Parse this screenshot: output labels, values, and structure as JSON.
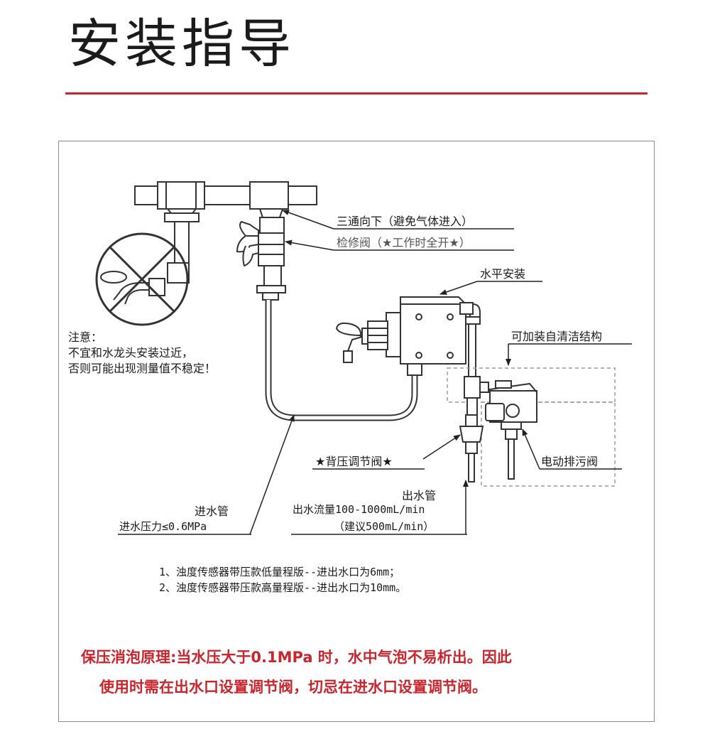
{
  "title": "安装指导",
  "colors": {
    "accent": "#c8262c",
    "line": "#333333",
    "dashed": "#9a9a9a"
  },
  "labels": {
    "tee_down": "三通向下（避免气体进入）",
    "service_valve": "检修阀（★工作时全开★）",
    "horizontal_install": "水平安装",
    "self_clean": "可加装自清洁结构",
    "back_pressure_valve": "★背压调节阀★",
    "electric_drain_valve": "电动排污阀",
    "outlet_pipe": "出水管",
    "outlet_flow": "出水流量100-1000mL/min",
    "outlet_suggest": "（建议500mL/min）",
    "inlet_pipe": "进水管",
    "inlet_pressure": "进水压力≤0.6MPa"
  },
  "caution": {
    "heading": "注意：",
    "line1": "不宜和水龙头安装过近，",
    "line2": "否则可能出现测量值不稳定！"
  },
  "footnotes": {
    "line1": "1、浊度传感器带压款低量程版--进出水口为6mm；",
    "line2": "2、浊度传感器带压款高量程版--进出水口为10mm。"
  },
  "principle": {
    "line1": "保压消泡原理:当水压大于0.1MPa 时，水中气泡不易析出。因此",
    "line2": "使用时需在出水口设置调节阀，切忌在进水口设置调节阀。"
  }
}
